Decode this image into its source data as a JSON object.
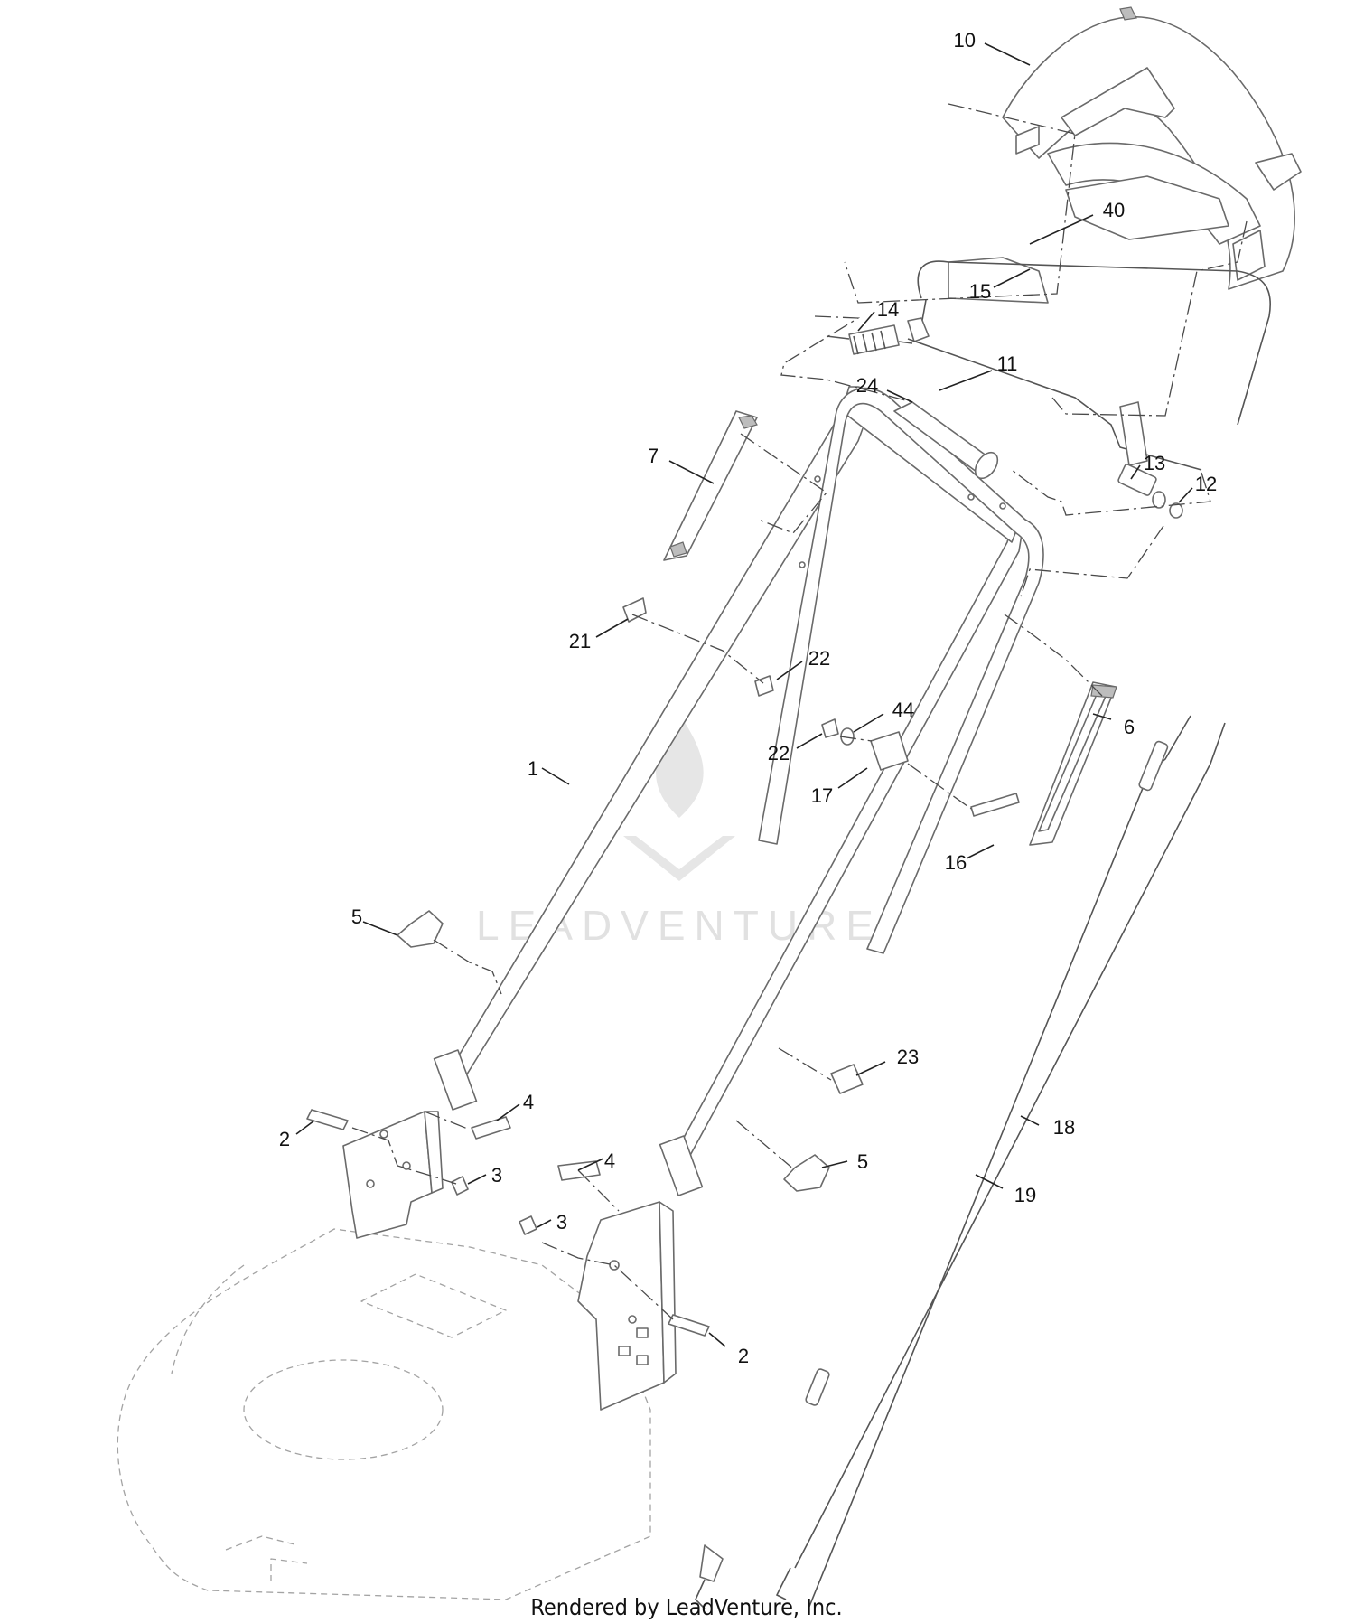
{
  "watermark": "LEADVENTURE",
  "footer": "Rendered by LeadVenture, Inc.",
  "callouts": [
    {
      "id": "c10",
      "label": "10"
    },
    {
      "id": "c40",
      "label": "40"
    },
    {
      "id": "c15",
      "label": "15"
    },
    {
      "id": "c14",
      "label": "14"
    },
    {
      "id": "c11",
      "label": "11"
    },
    {
      "id": "c24",
      "label": "24"
    },
    {
      "id": "c13",
      "label": "13"
    },
    {
      "id": "c12",
      "label": "12"
    },
    {
      "id": "c7",
      "label": "7"
    },
    {
      "id": "c21",
      "label": "21"
    },
    {
      "id": "c22a",
      "label": "22"
    },
    {
      "id": "c44",
      "label": "44"
    },
    {
      "id": "c22b",
      "label": "22"
    },
    {
      "id": "c6",
      "label": "6"
    },
    {
      "id": "c1",
      "label": "1"
    },
    {
      "id": "c17",
      "label": "17"
    },
    {
      "id": "c16",
      "label": "16"
    },
    {
      "id": "c5a",
      "label": "5"
    },
    {
      "id": "c23",
      "label": "23"
    },
    {
      "id": "c4a",
      "label": "4"
    },
    {
      "id": "c2a",
      "label": "2"
    },
    {
      "id": "c3a",
      "label": "3"
    },
    {
      "id": "c18",
      "label": "18"
    },
    {
      "id": "c4b",
      "label": "4"
    },
    {
      "id": "c5b",
      "label": "5"
    },
    {
      "id": "c19",
      "label": "19"
    },
    {
      "id": "c3b",
      "label": "3"
    },
    {
      "id": "c2b",
      "label": "2"
    }
  ]
}
